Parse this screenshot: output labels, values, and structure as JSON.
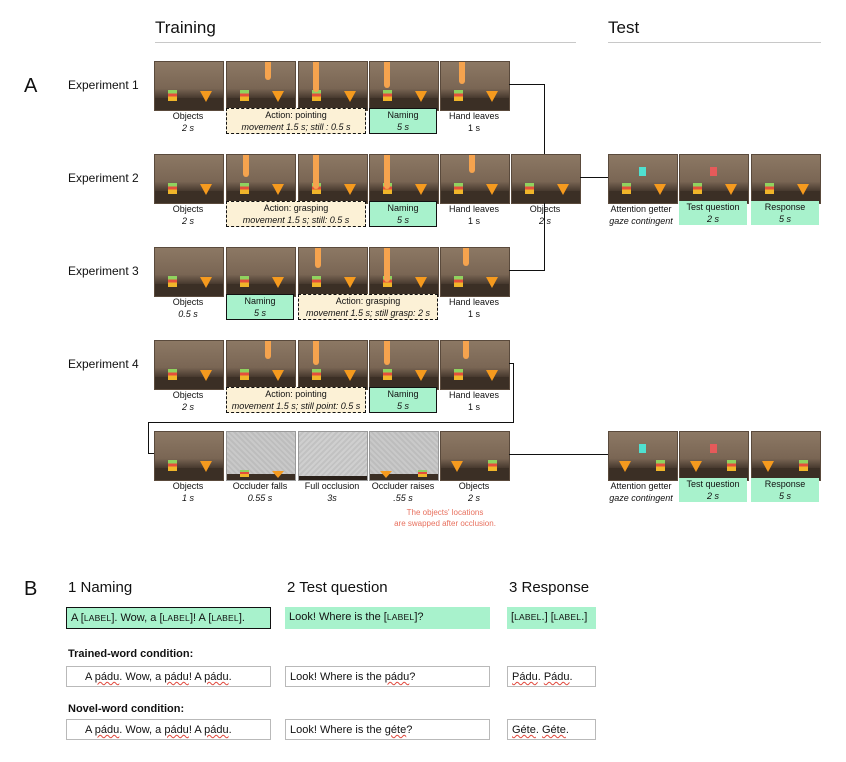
{
  "headers": {
    "training": "Training",
    "test": "Test"
  },
  "panels": {
    "a": "A",
    "b": "B"
  },
  "experiments": [
    "Experiment 1",
    "Experiment 2",
    "Experiment 3",
    "Experiment 4"
  ],
  "captions": {
    "objects": "Objects",
    "two_s": "2 s",
    "action_pointing": "Action: pointing",
    "action_grasping": "Action: grasping",
    "move_still_1": "movement 1.5 s; still : 0.5 s",
    "move_still_2": "movement 1.5 s; still: 0.5 s",
    "move_grasp": "movement 1.5 s; still grasp: 2 s",
    "move_point": "movement 1.5 s; still point: 0.5 s",
    "naming": "Naming",
    "five_s": "5 s",
    "hand_leaves": "Hand leaves",
    "one_s": "1 s",
    "half_s": "0.5 s",
    "attention_getter": "Attention getter",
    "gaze_contingent": "gaze contingent",
    "test_question": "Test question",
    "response": "Response",
    "occluder_falls": "Occluder falls",
    "occ_falls_t": "0.55 s",
    "full_occlusion": "Full occlusion",
    "three_s": "3s",
    "occluder_raises": "Occluder raises",
    "occ_raises_t": ".55 s",
    "swap_note_1": "The objects' locations",
    "swap_note_2": "are swapped after occlusion."
  },
  "colors": {
    "green": "#a8f2cc",
    "cream": "#fcf1d6",
    "note": "#e8715f"
  },
  "panel_b": {
    "col1": "1 Naming",
    "col2": "2 Test question",
    "col3": "3 Response",
    "template": {
      "naming_a": "A ",
      "label": "LABEL",
      "naming_b": ". Wow, a ",
      "naming_c": "! A ",
      "naming_d": ".",
      "question": "Look! Where is the ",
      "question_end": "?",
      "resp_a": ".",
      "resp_b": "."
    },
    "trained_heading": "Trained-word condition:",
    "novel_heading": "Novel-word condition:",
    "trained": {
      "w1": "A ",
      "word": "pádu",
      "w2": ". Wow, a ",
      "w3": "! A ",
      "w4": ".",
      "q": "Look! Where is the ",
      "qend": "?",
      "r1": "Pádu",
      "r2": ". ",
      "r3": "Pádu",
      "r4": "."
    },
    "novel": {
      "w1": "A ",
      "word": "pádu",
      "w2": ". Wow, a ",
      "w3": "! A ",
      "w4": ".",
      "q": "Look! Where is the ",
      "qword": "géte",
      "qend": "?",
      "r1": "Géte",
      "r2": ". ",
      "r3": "Géte",
      "r4": "."
    }
  }
}
